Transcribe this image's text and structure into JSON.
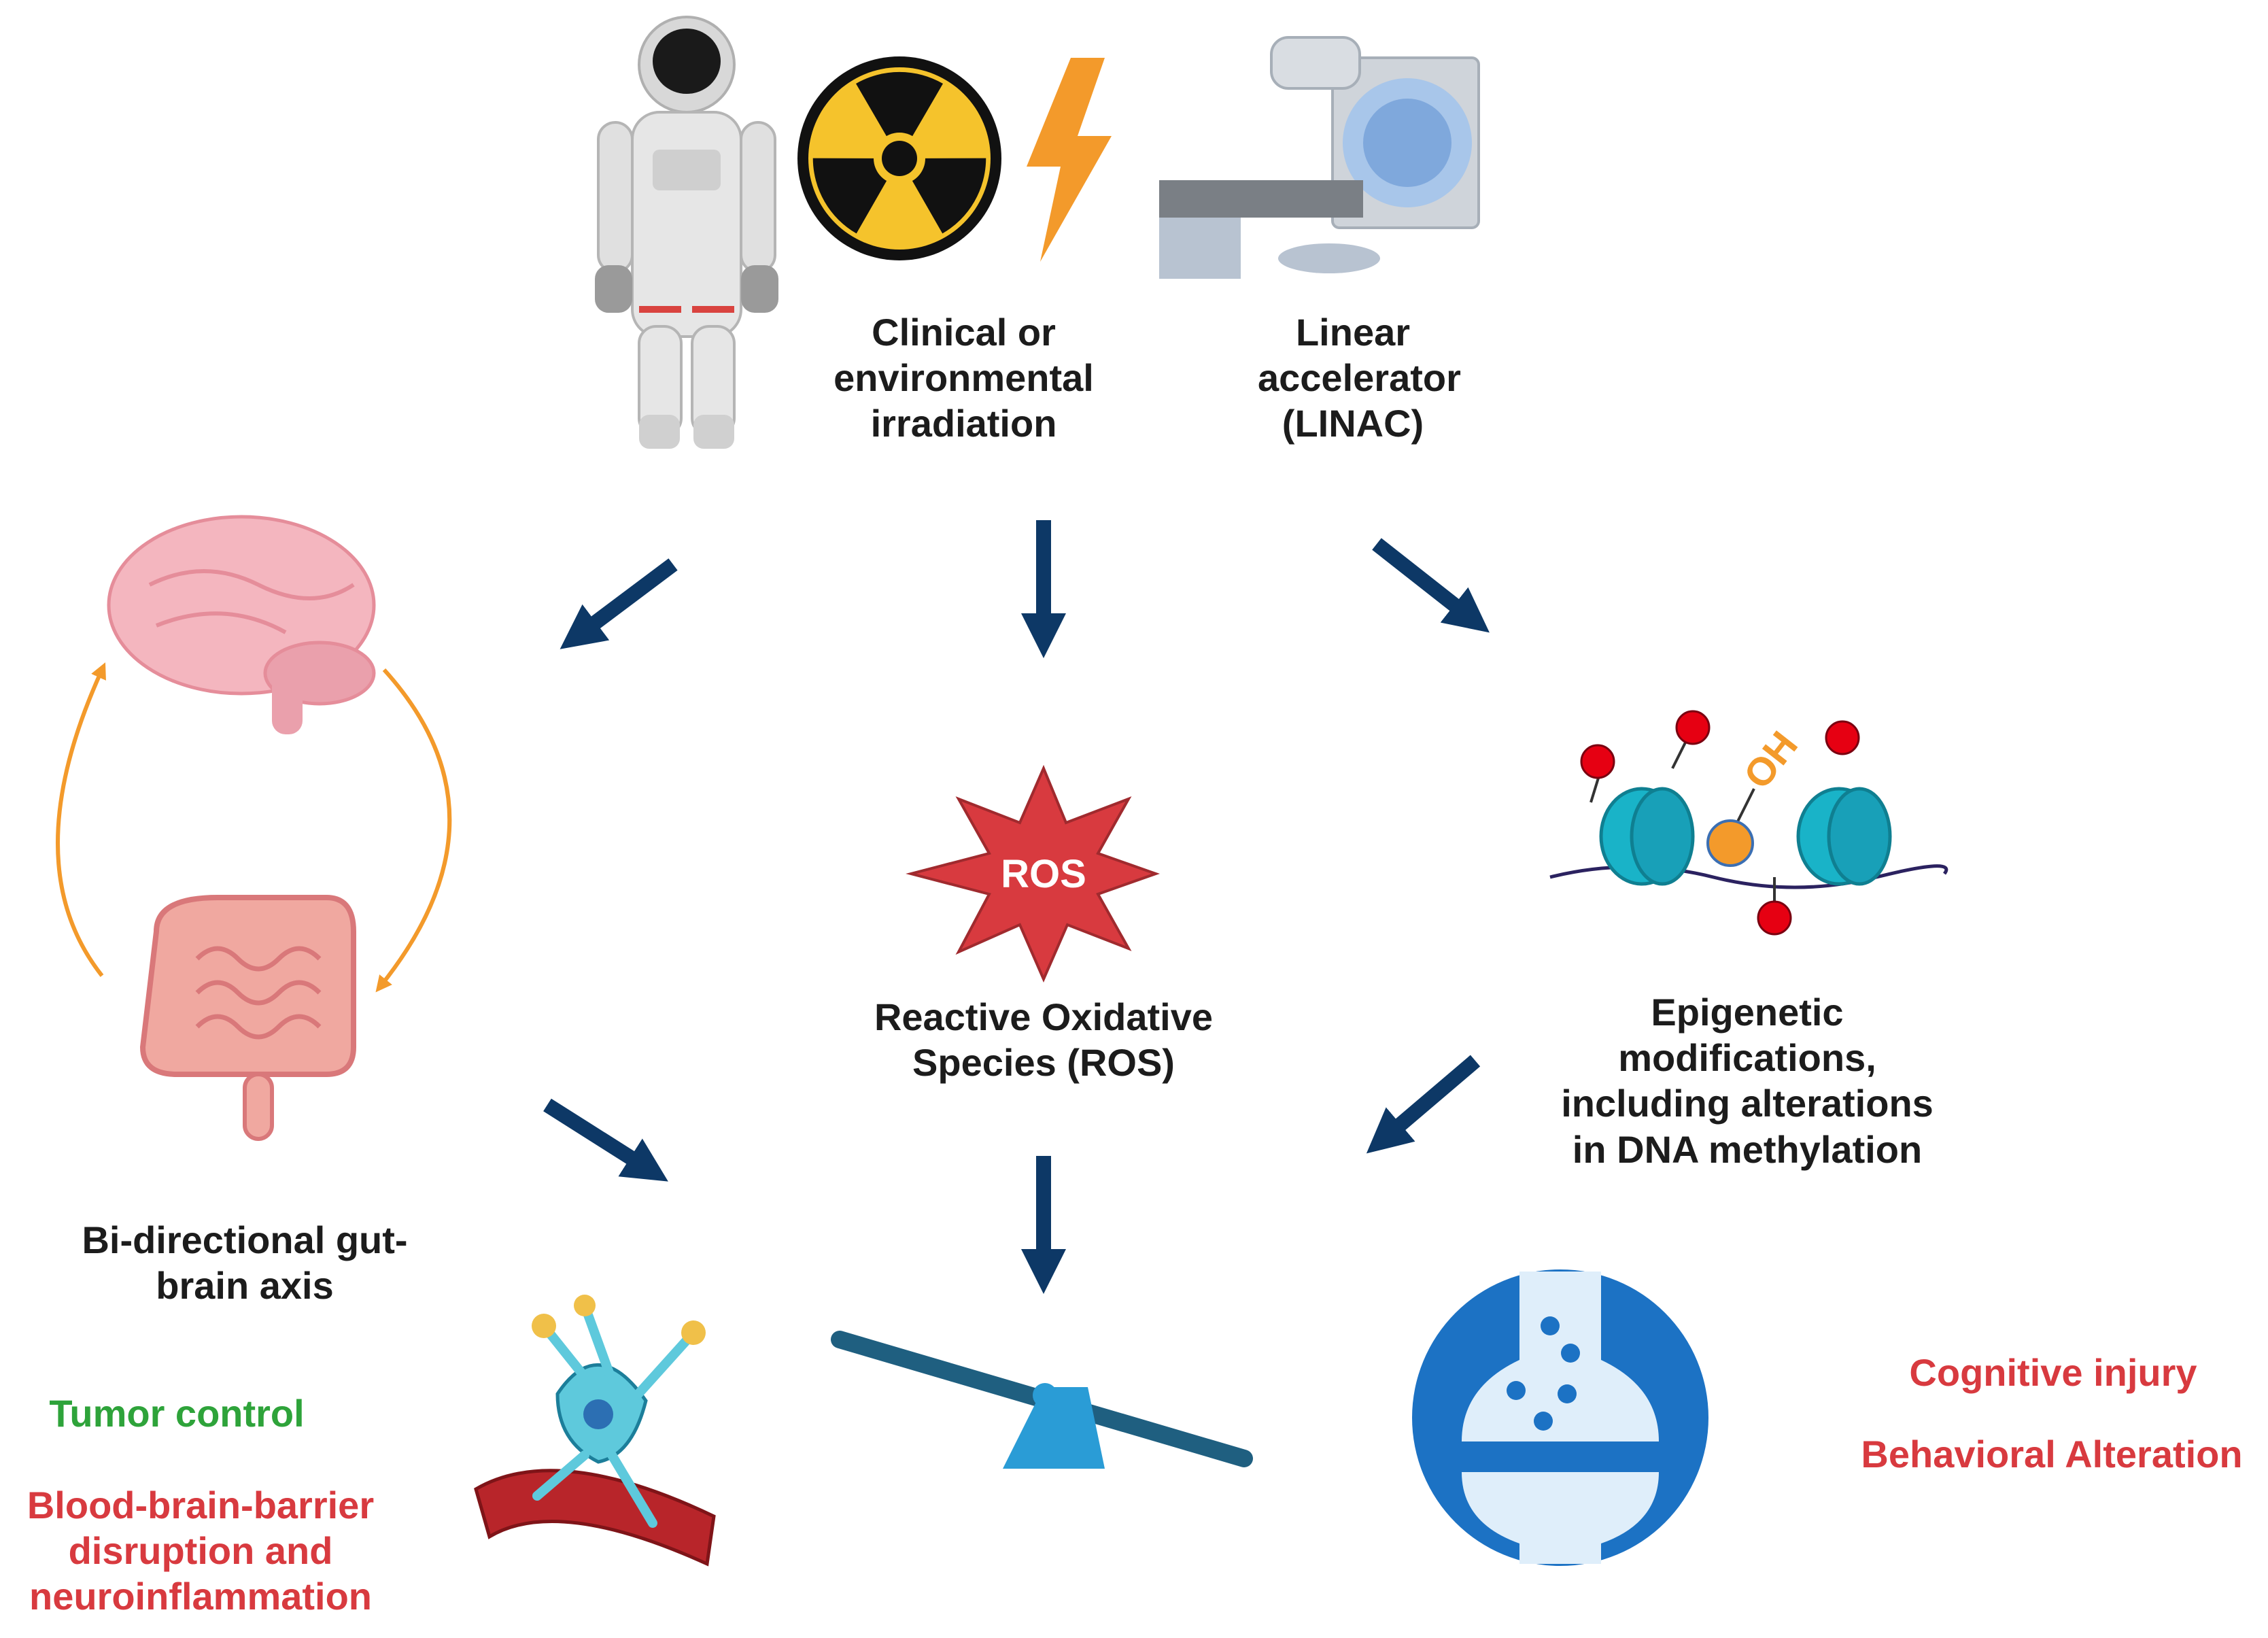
{
  "colors": {
    "arrow": "#0d3866",
    "cycle_arrow": "#f39a2b",
    "ros_fill": "#d83a3f",
    "green_text": "#2ea33a",
    "red_text": "#d83a3f",
    "text": "#1c1c1c"
  },
  "labels": {
    "irradiation": [
      "Clinical or",
      "environmental",
      "irradiation"
    ],
    "linac": [
      "Linear",
      "accelerator",
      "(LINAC)"
    ],
    "ros_badge": "ROS",
    "ros": [
      "Reactive Oxidative",
      "Species (ROS)"
    ],
    "oh": "OH",
    "epigenetic": [
      "Epigenetic",
      "modifications,",
      "including alterations",
      "in DNA methylation"
    ],
    "gut_brain": [
      "Bi-directional gut-",
      "brain axis"
    ],
    "tumor_control": "Tumor control",
    "bbb": [
      "Blood-brain-barrier",
      "disruption and",
      "neuroinflammation"
    ],
    "cognitive": "Cognitive injury",
    "behavioral": "Behavioral Alteration"
  },
  "icons": [
    "astronaut-icon",
    "radiation-hazard-icon",
    "lightning-icon",
    "linac-machine-icon",
    "brain-icon",
    "intestine-icon",
    "ros-burst-icon",
    "dna-methylation-icon",
    "neuron-vessel-icon",
    "balance-seesaw-icon",
    "synapse-icon"
  ]
}
